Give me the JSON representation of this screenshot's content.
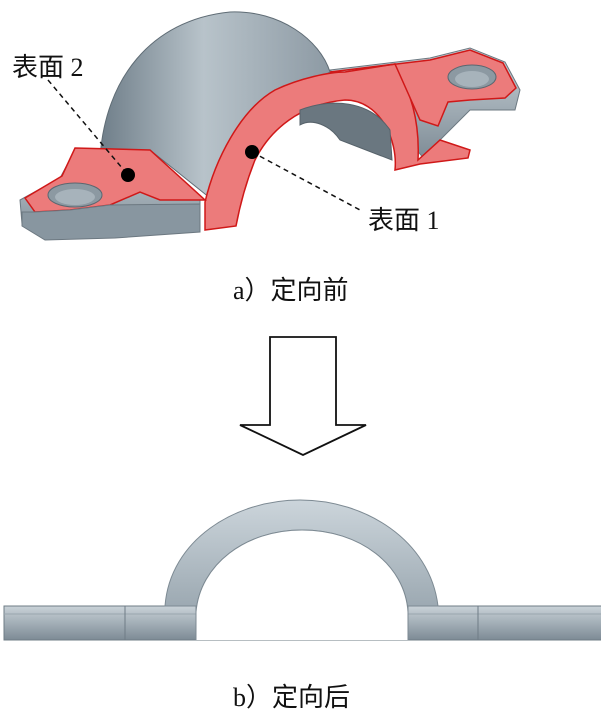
{
  "figure": {
    "top": {
      "label_surface2": "表面 2",
      "label_surface1": "表面 1",
      "caption": "a）定向前"
    },
    "bottom": {
      "caption": "b）定向后"
    }
  },
  "colors": {
    "part_gray": "#a9b5bd",
    "part_shade": "#7e8c96",
    "highlight_red": "#ec7b7b",
    "outline_red": "#d01818"
  }
}
